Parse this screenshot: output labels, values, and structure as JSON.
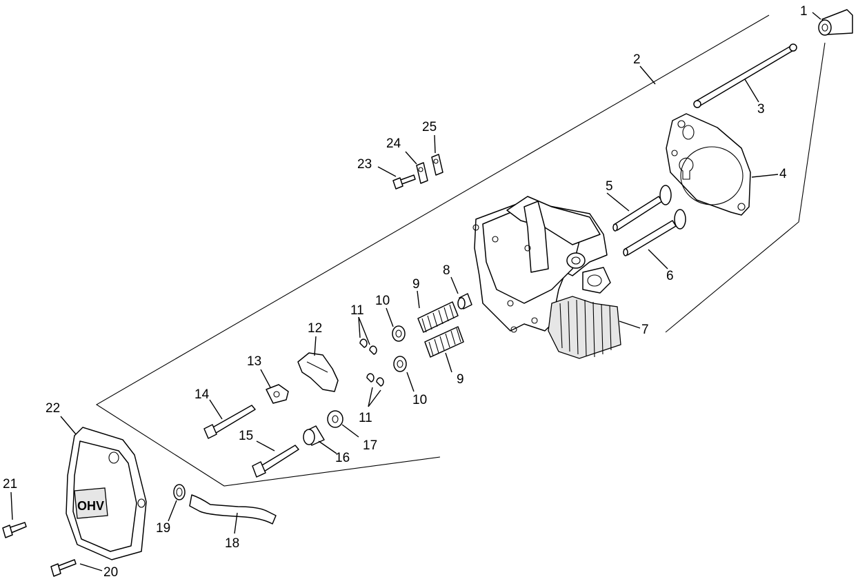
{
  "diagram": {
    "callouts": [
      {
        "id": "1",
        "label": "1",
        "part": "breather-fitting"
      },
      {
        "id": "2",
        "label": "2",
        "part": "kit-outline"
      },
      {
        "id": "3",
        "label": "3",
        "part": "push-rod"
      },
      {
        "id": "4",
        "label": "4",
        "part": "head-gasket"
      },
      {
        "id": "5",
        "label": "5",
        "part": "intake-valve"
      },
      {
        "id": "6",
        "label": "6",
        "part": "exhaust-valve"
      },
      {
        "id": "7",
        "label": "7",
        "part": "cylinder-head"
      },
      {
        "id": "8",
        "label": "8",
        "part": "valve-stem-seal"
      },
      {
        "id": "9a",
        "label": "9",
        "part": "valve-spring-upper"
      },
      {
        "id": "9b",
        "label": "9",
        "part": "valve-spring-lower"
      },
      {
        "id": "10a",
        "label": "10",
        "part": "spring-retainer-upper"
      },
      {
        "id": "10b",
        "label": "10",
        "part": "spring-retainer-lower"
      },
      {
        "id": "11a",
        "label": "11",
        "part": "valve-keepers-upper"
      },
      {
        "id": "11b",
        "label": "11",
        "part": "valve-keepers-lower"
      },
      {
        "id": "12",
        "label": "12",
        "part": "rocker-arm"
      },
      {
        "id": "13",
        "label": "13",
        "part": "rocker-adjuster"
      },
      {
        "id": "14",
        "label": "14",
        "part": "rocker-stud"
      },
      {
        "id": "15",
        "label": "15",
        "part": "head-bolt"
      },
      {
        "id": "16",
        "label": "16",
        "part": "spacer"
      },
      {
        "id": "17",
        "label": "17",
        "part": "washer"
      },
      {
        "id": "18",
        "label": "18",
        "part": "breather-hose"
      },
      {
        "id": "19",
        "label": "19",
        "part": "hose-clamp"
      },
      {
        "id": "20",
        "label": "20",
        "part": "cover-screw-lower"
      },
      {
        "id": "21",
        "label": "21",
        "part": "cover-screw-left"
      },
      {
        "id": "22",
        "label": "22",
        "part": "valve-cover"
      },
      {
        "id": "23",
        "label": "23",
        "part": "bracket-screw"
      },
      {
        "id": "24",
        "label": "24",
        "part": "wire-clip-a"
      },
      {
        "id": "25",
        "label": "25",
        "part": "wire-clip-b"
      }
    ],
    "cover_text": "OHV"
  }
}
